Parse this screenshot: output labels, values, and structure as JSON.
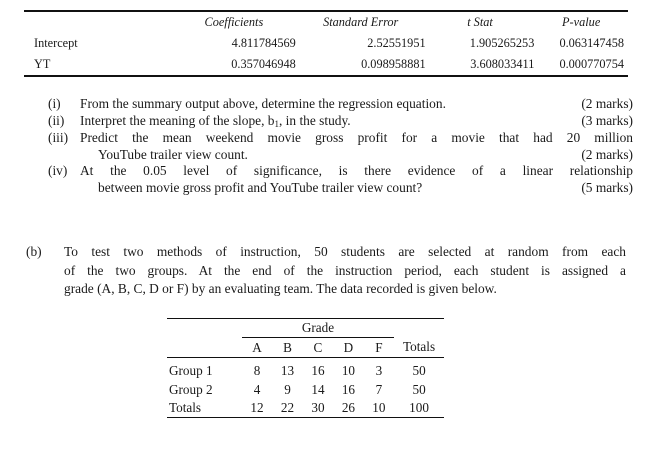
{
  "regression_table": {
    "headers": [
      "",
      "Coefficients",
      "Standard Error",
      "t Stat",
      "P-value"
    ],
    "rows": [
      {
        "label": "Intercept",
        "coefficients": "4.811784569",
        "standard_error": "2.52551951",
        "t_stat": "1.905265253",
        "p_value": "0.063147458"
      },
      {
        "label": "YT",
        "coefficients": "0.357046948",
        "standard_error": "0.098958881",
        "t_stat": "3.608033411",
        "p_value": "0.000770754"
      }
    ]
  },
  "questions": [
    {
      "marker": "(i)",
      "lines": [
        "From the summary output above, determine the regression equation."
      ],
      "marks": "(2 marks)"
    },
    {
      "marker": "(ii)",
      "text_before_sub": "Interpret the meaning of the slope, b",
      "subscript": "1",
      "text_after_sub": ", in the study.",
      "marks": "(3 marks)"
    },
    {
      "marker": "(iii)",
      "lines": [
        "Predict the mean weekend movie gross profit for a movie that had 20 million",
        "YouTube trailer view count."
      ],
      "marks": "(2 marks)"
    },
    {
      "marker": "(iv)",
      "lines": [
        "At the 0.05 level of significance, is there evidence of a linear relationship",
        "between movie gross profit and YouTube trailer view count?"
      ],
      "marks": "(5 marks)"
    }
  ],
  "part_b": {
    "marker": "(b)",
    "lines": [
      "To test two methods of instruction, 50 students are selected at random from each",
      "of the two groups. At the end of the instruction period, each student is assigned a",
      "grade (A, B, C, D or F) by an evaluating team. The data recorded is given below."
    ]
  },
  "grade_table": {
    "span_header": "Grade",
    "column_headers": [
      "A",
      "B",
      "C",
      "D",
      "F"
    ],
    "totals_header": "Totals",
    "rows": [
      {
        "label": "Group 1",
        "values": [
          "8",
          "13",
          "16",
          "10",
          "3"
        ],
        "total": "50"
      },
      {
        "label": "Group 2",
        "values": [
          "4",
          "9",
          "14",
          "16",
          "7"
        ],
        "total": "50"
      },
      {
        "label": "Totals",
        "values": [
          "12",
          "22",
          "30",
          "26",
          "10"
        ],
        "total": "100"
      }
    ]
  }
}
